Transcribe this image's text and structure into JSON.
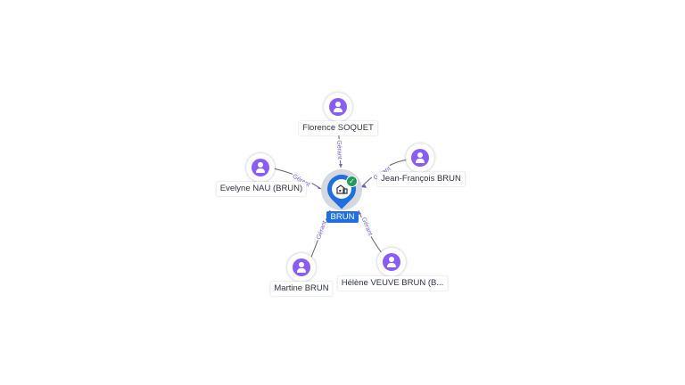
{
  "center": {
    "label": "BRUN",
    "icon": "building-icon",
    "badge_icon": "check-icon",
    "color": "#1f6fe0"
  },
  "people": [
    {
      "id": "florence",
      "label": "Florence SOQUET",
      "icon": "person-icon"
    },
    {
      "id": "jeanfrancois",
      "label": "Jean-François BRUN",
      "icon": "person-icon"
    },
    {
      "id": "evelyne",
      "label": "Evelyne NAU (BRUN)",
      "icon": "person-icon"
    },
    {
      "id": "martine",
      "label": "Martine BRUN",
      "icon": "person-icon"
    },
    {
      "id": "helene",
      "label": "Hélène VEUVE BRUN (B...",
      "icon": "person-icon"
    }
  ],
  "edges": [
    {
      "from": "florence",
      "label": "Gérant"
    },
    {
      "from": "jeanfrancois",
      "label": "Gérant"
    },
    {
      "from": "evelyne",
      "label": "Gérant"
    },
    {
      "from": "martine",
      "label": "Gérant"
    },
    {
      "from": "helene",
      "label": "Gérant"
    }
  ],
  "colors": {
    "person_icon": "#8a5cf6",
    "edge_label": "#6f5bd6",
    "edge_line": "#5b6070",
    "verified_badge": "#1e9e5a"
  }
}
